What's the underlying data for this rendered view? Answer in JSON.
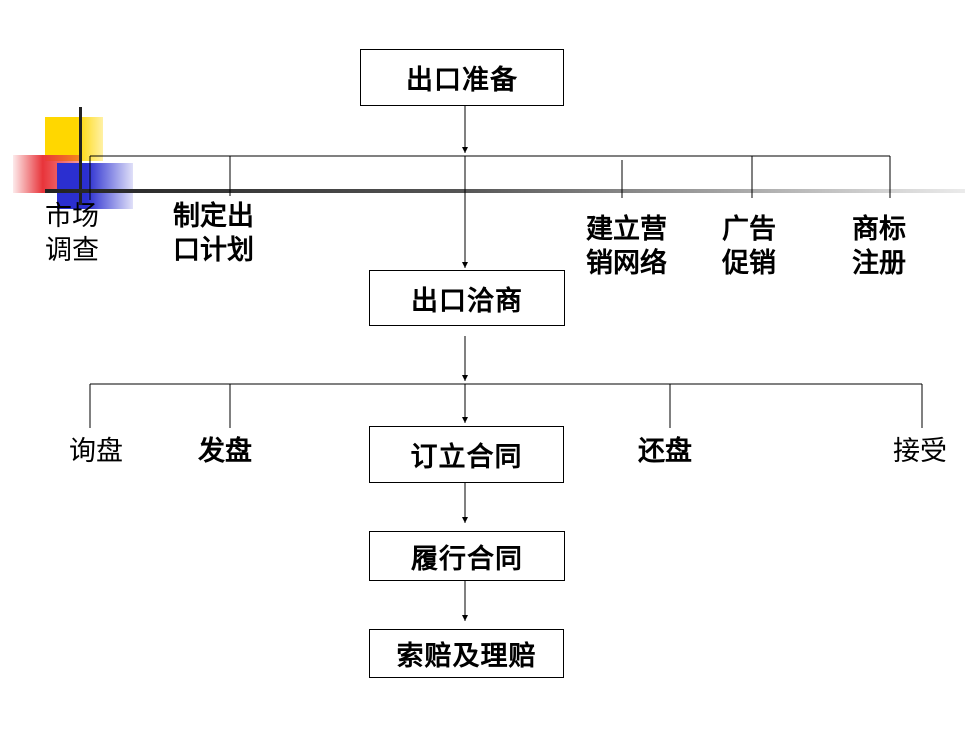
{
  "diagram": {
    "nodes": {
      "preparation": "出口准备",
      "negotiation": "出口洽商",
      "sign_contract": "订立合同",
      "perform_contract": "履行合同",
      "claims": "索赔及理赔"
    },
    "preparation_items": [
      {
        "lines": [
          "市场",
          "调查"
        ],
        "bold": false
      },
      {
        "lines": [
          "制定出",
          "口计划"
        ],
        "bold": true
      },
      {
        "lines": [
          "建立营",
          "销网络"
        ],
        "bold": true
      },
      {
        "lines": [
          "广告",
          "促销"
        ],
        "bold": true
      },
      {
        "lines": [
          "商标",
          "注册"
        ],
        "bold": true
      }
    ],
    "negotiation_items": [
      {
        "text": "询盘",
        "bold": false
      },
      {
        "text": "发盘",
        "bold": true
      },
      {
        "text": "还盘",
        "bold": true
      },
      {
        "text": "接受",
        "bold": false
      }
    ]
  },
  "decoration": {
    "square_yellow": "#FFD700",
    "square_red": "#E8343A",
    "square_blue": "#2B2FD0",
    "rule_color": "#333333"
  }
}
